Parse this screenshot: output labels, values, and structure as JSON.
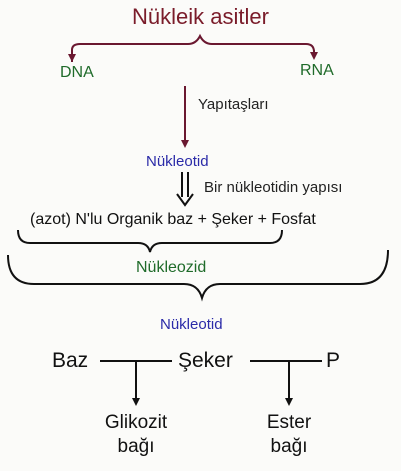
{
  "title": "Nükleik asitler",
  "branches": {
    "left": "DNA",
    "right": "RNA"
  },
  "step1_label": "Yapıtaşları",
  "nucleotide_top": "Nükleotid",
  "step2_label": "Bir nükleotidin yapısı",
  "formula": "(azot) N'lu Organik baz + Şeker + Fosfat",
  "nucleoside": "Nükleozid",
  "nucleotide_bottom": "Nükleotid",
  "structure": {
    "base": "Baz",
    "sugar": "Şeker",
    "phosphate": "P"
  },
  "bonds": {
    "glycosidic_line1": "Glikozit",
    "glycosidic_line2": "bağı",
    "ester_line1": "Ester",
    "ester_line2": "bağı"
  },
  "colors": {
    "title": "#7a1c2a",
    "dna_rna": "#1f6b2a",
    "nucleotide": "#2a2aa8",
    "nucleoside": "#1f6b2a",
    "arrows": "#6a1830",
    "lines": "#111111"
  }
}
